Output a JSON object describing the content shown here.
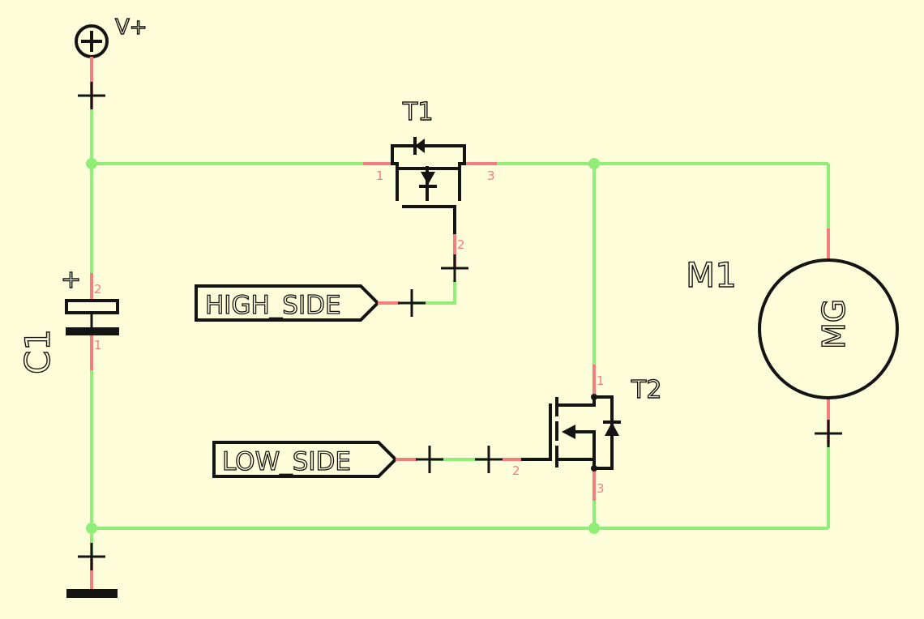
{
  "power": {
    "name": "V+"
  },
  "components": {
    "c1": {
      "ref": "C1",
      "pin_plus": "2",
      "pin_minus": "1",
      "polarity": "+"
    },
    "t1": {
      "ref": "T1",
      "pin1": "1",
      "pin2": "2",
      "pin3": "3"
    },
    "t2": {
      "ref": "T2",
      "pin1": "1",
      "pin2": "2",
      "pin3": "3"
    },
    "m1": {
      "ref": "M1",
      "value": "MG"
    }
  },
  "net_labels": {
    "high_side": "HIGH_SIDE",
    "low_side": "LOW_SIDE"
  },
  "colors": {
    "background": "#fdfdd9",
    "wire": "#90ee78",
    "pin": "#f47e7e",
    "symbol": "#141414"
  }
}
